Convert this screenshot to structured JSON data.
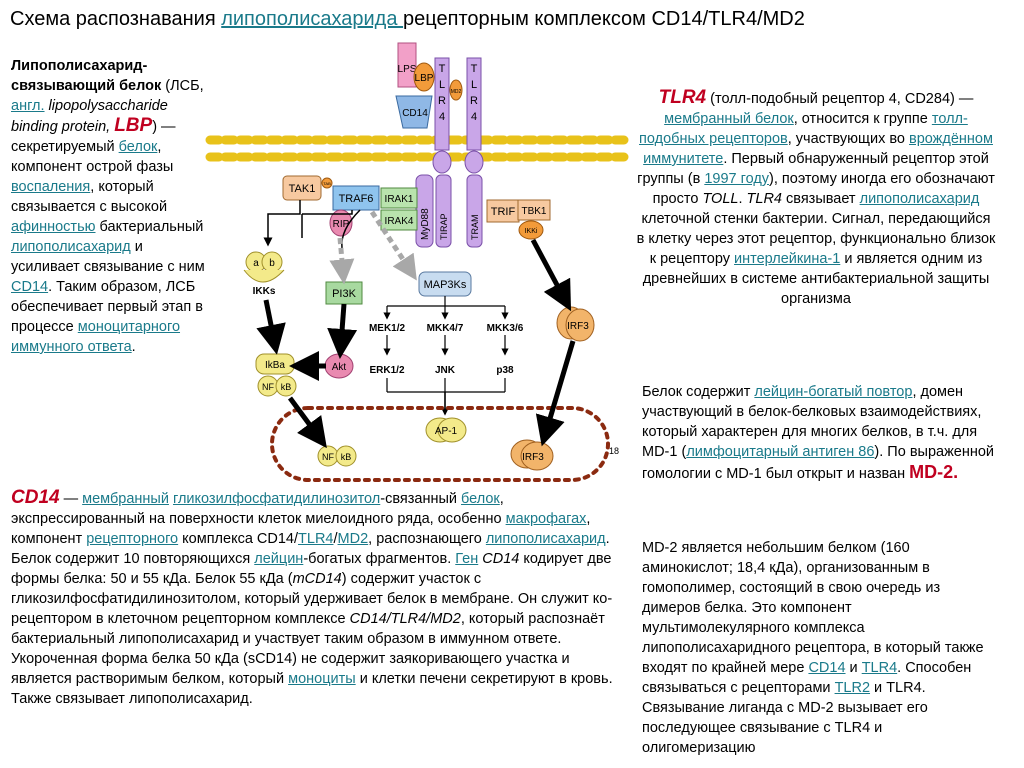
{
  "title": {
    "pre": "Схема распознавания ",
    "link": "липополисахарида ",
    "post": "рецепторным комплексом CD14/TLR4/MD2"
  },
  "lbp_block": {
    "heading": "Липополисахарид-связывающий белок",
    "t1": " (ЛСБ, ",
    "l_angl": "англ.",
    "t2": " lipopolysaccharide binding protein, ",
    "lbp": "LBP",
    "t3": ") — секретируемый ",
    "l_belok": "белок",
    "t4": ", компонент острой фазы ",
    "l_vospal": "воспаления",
    "t5": ", который связывается с высокой ",
    "l_afin": "афинностью",
    "t6": " бактериальный ",
    "l_lps": "липополисахарид",
    "t7": " и усиливает связывание с ним ",
    "l_cd14": "CD14",
    "t8": ". Таким образом, ЛСБ обеспечивает первый этап в процессе ",
    "l_mono": "моноцитарного иммунного ответа",
    "t9": "."
  },
  "tlr4_block": {
    "name": "TLR4",
    "t1": " (толл-подобный рецептор 4, CD284) — ",
    "l_mem": "мембранный белок",
    "t2": ", относится к группе ",
    "l_toll": "толл-подобных рецепторов",
    "t3": ", участвующих во ",
    "l_vrozh": "врождённом иммунитете",
    "t4": ". Первый обнаруженный рецептор этой группы (в ",
    "l_1997": "1997 году",
    "t5": "), поэтому иногда его обозначают просто ",
    "toll": "TOLL",
    "t6": ". ",
    "tlr4i": "TLR4",
    "t7": " связывает ",
    "l_lps": "липополисахарид",
    "t8": " клеточной стенки бактерии. Сигнал, передающийся в клетку через этот рецептор, функционально близок к рецептору ",
    "l_il1": "интерлейкина-1",
    "t9": " и является одним из древнейших в системе антибактериальной защиты организма"
  },
  "lrr_block": {
    "t1": "Белок содержит ",
    "l_lrr": "лейцин-богатый повтор",
    "t2": ", домен участвующий в белок-белковых взаимодействиях, который характерен для многих белков, в т.ч. для MD-1 (",
    "l_ly86": "лимфоцитарный антиген 86",
    "t3": "). По выраженной гомологии с MD-1 был открыт и назван ",
    "md2": "MD-2."
  },
  "md2_block": {
    "t1": "MD-2 является небольшим белком (160 аминокислот; 18,4 кДа), организованным в гомополимер, состоящий в свою очередь из димеров белка. Это компонент мультимолекулярного комплекса липополисахаридного рецептора, в который также входят по крайней мере ",
    "l_cd14": "CD14",
    "t2": " и ",
    "l_tlr4": "TLR4",
    "t3": ". Способен связываться с рецепторами ",
    "l_tlr2": "TLR2",
    "t4": " и TLR4. Связывание лиганда с MD-2 вызывает его последующее связывание с TLR4 и олигомеризацию"
  },
  "cd14_block": {
    "name": "CD14",
    "t1": " — ",
    "l_mem": "мембранный",
    "t2": " ",
    "l_gpi": "гликозилфосфатидилинозитол",
    "t3": "-связанный ",
    "l_belok": "белок",
    "t4": ", экспрессированный на поверхности клеток миелоидного ряда, особенно ",
    "l_macro": "макрофагах",
    "t5": ", компонент ",
    "l_rec": "рецепторного",
    "t6": " комплекса CD14/",
    "l_tlr4": "TLR4",
    "t7": "/",
    "l_md2": "MD2",
    "t8": ", распознающего ",
    "l_lps": "липополисахарид",
    "t9": ". Белок содержит 10 повторяющихся ",
    "l_leu": "лейцин",
    "t10": "-богатых фрагментов. ",
    "l_gen": "Ген",
    "t11": " ",
    "cd14i": "CD14",
    "t12": " кодирует две формы белка: 50 и 55 кДа. Белок 55 кДа (",
    "mcd14": "mCD14",
    "t13": ") содержит участок с гликозилфосфатидилинозитолом, который удерживает белок в мембране. Он служит ко-рецептором в клеточном рецепторном комплексе ",
    "complex": "CD14/TLR4/MD2",
    "t14": ", который распознаёт бактериальный липополисахарид и участвует таким образом в иммунном ответе. Укороченная форма белка 50 кДа (sCD14) не содержит заякоривающего участка и является растворимым белком, который ",
    "l_mono": "моноциты",
    "t15": " и клетки печени секретируют в кровь. Также связывает липополисахарид."
  },
  "diagram": {
    "lps": "LPS",
    "lbp": "LBP",
    "cd14": "CD14",
    "tlr_letters": [
      "T",
      "L",
      "R",
      "4"
    ],
    "md2": "MD2",
    "tak1": "TAK1",
    "traf6": "TRAF6",
    "irak1": "IRAK1",
    "irak4": "IRAK4",
    "myd88": "MyD88",
    "tirap": "TIRAP",
    "tram": "TRAM",
    "trif": "TRIF",
    "tbk1": "TBK1",
    "ikki": "IKKi",
    "tab": "TAB",
    "rip": "RIP",
    "ikk_a": "a",
    "ikk_b": "b",
    "ikks": "IKKs",
    "pi3k": "PI3K",
    "map3ks": "MAP3Ks",
    "mek12": "MEK1/2",
    "mkk47": "MKK4/7",
    "mkk36": "MKK3/6",
    "erk12": "ERK1/2",
    "jnk": "JNK",
    "p38": "p38",
    "irf3": "IRF3",
    "ikba": "IkBa",
    "nf": "NF",
    "kb": "kB",
    "akt": "Akt",
    "ap1": "AP-1",
    "page_num": "18"
  },
  "colors": {
    "link": "#1a7a8a",
    "red": "#c00020",
    "membrane": "#e8c21a",
    "tlr": "#c9a6e8",
    "lps": "#f2a0c8",
    "lbp": "#f29b3a",
    "cd14": "#8fb8e6",
    "tak1": "#f7c9a0",
    "traf6": "#8fc4ee",
    "irak": "#b9e3ad",
    "rip": "#e98ab0",
    "pi3k": "#a8d9a0",
    "nucleus": "#8b2a10",
    "yellow": "#f3ea8a",
    "orange": "#f2b46a"
  }
}
